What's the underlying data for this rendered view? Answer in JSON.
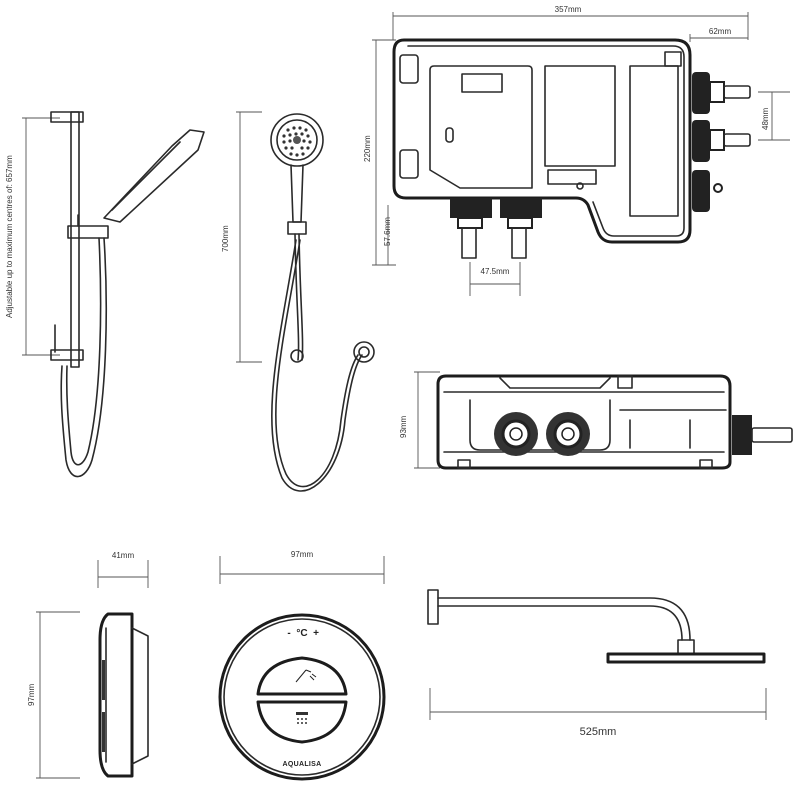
{
  "dimensions": {
    "unit_width": "357mm",
    "unit_outlet_offset": "62mm",
    "unit_height": "220mm",
    "outlet_spacing": "48mm",
    "inlet_height": "57.6mm",
    "inlet_spacing": "47.5mm",
    "unit_depth": "93mm",
    "riser_rail_note": "Adjustable up to maximum centres of: 657mm",
    "hose_length": "700mm",
    "control_depth": "41mm",
    "control_height": "97mm",
    "control_width": "97mm",
    "shower_arm_length": "525mm"
  },
  "control": {
    "temp_minus": "-",
    "temp_unit": "°C",
    "temp_plus": "+",
    "brand": "AQUALISA"
  },
  "icons": [
    "handset-shower-icon",
    "overhead-shower-icon"
  ]
}
